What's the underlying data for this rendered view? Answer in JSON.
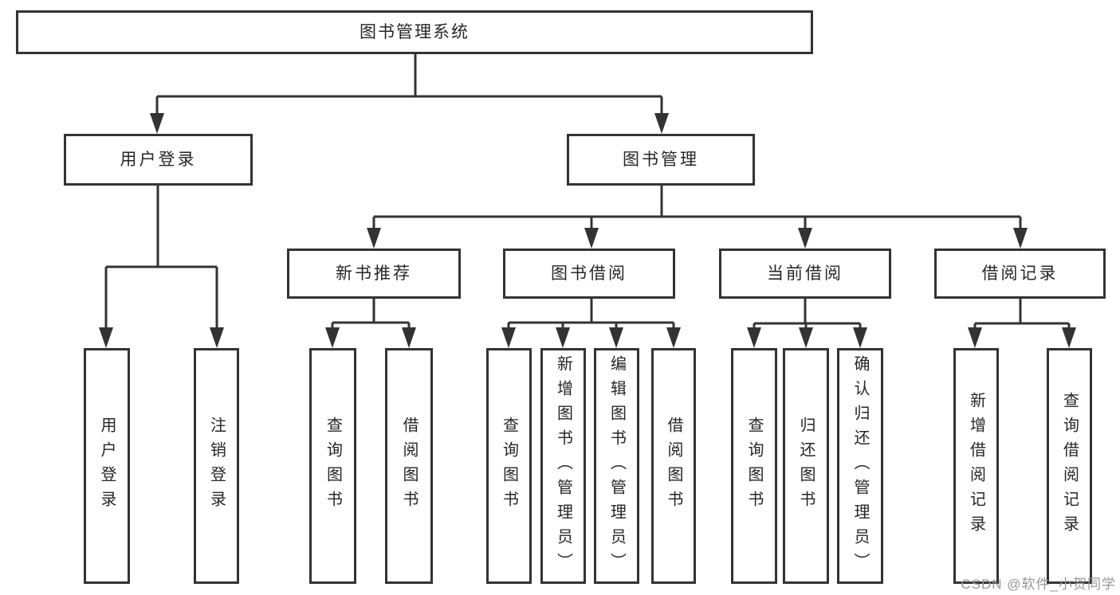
{
  "nodes": {
    "root": "图书管理系统",
    "user_login": "用户登录",
    "book_mgmt": "图书管理",
    "new_book_rec": "新书推荐",
    "book_borrow": "图书借阅",
    "current_borrow": "当前借阅",
    "borrow_record": "借阅记录",
    "leaf_user_login": "用户登录",
    "leaf_logout": "注销登录",
    "leaf_query_book_1": "查询图书",
    "leaf_borrow_book_1": "借阅图书",
    "leaf_query_book_2": "查询图书",
    "leaf_add_book": "新增图书（管理员）",
    "leaf_edit_book": "编辑图书（管理员）",
    "leaf_borrow_book_2": "借阅图书",
    "leaf_query_book_3": "查询图书",
    "leaf_return_book": "归还图书",
    "leaf_confirm_return": "确认归还（管理员）",
    "leaf_add_record": "新增借阅记录",
    "leaf_query_record": "查询借阅记录"
  },
  "hierarchy": {
    "root": "图书管理系统",
    "children": [
      {
        "label": "用户登录",
        "children": [
          "用户登录",
          "注销登录"
        ]
      },
      {
        "label": "图书管理",
        "children": [
          {
            "label": "新书推荐",
            "children": [
              "查询图书",
              "借阅图书"
            ]
          },
          {
            "label": "图书借阅",
            "children": [
              "查询图书",
              "新增图书（管理员）",
              "编辑图书（管理员）",
              "借阅图书"
            ]
          },
          {
            "label": "当前借阅",
            "children": [
              "查询图书",
              "归还图书",
              "确认归还（管理员）"
            ]
          },
          {
            "label": "借阅记录",
            "children": [
              "新增借阅记录",
              "查询借阅记录"
            ]
          }
        ]
      }
    ]
  },
  "watermark": "CSDN @软件_小贺同学",
  "colors": {
    "line": "#333333",
    "box_border": "#333333",
    "box_fill": "#ffffff",
    "text": "#262626",
    "watermark": "#969696",
    "background": "#ffffff"
  }
}
